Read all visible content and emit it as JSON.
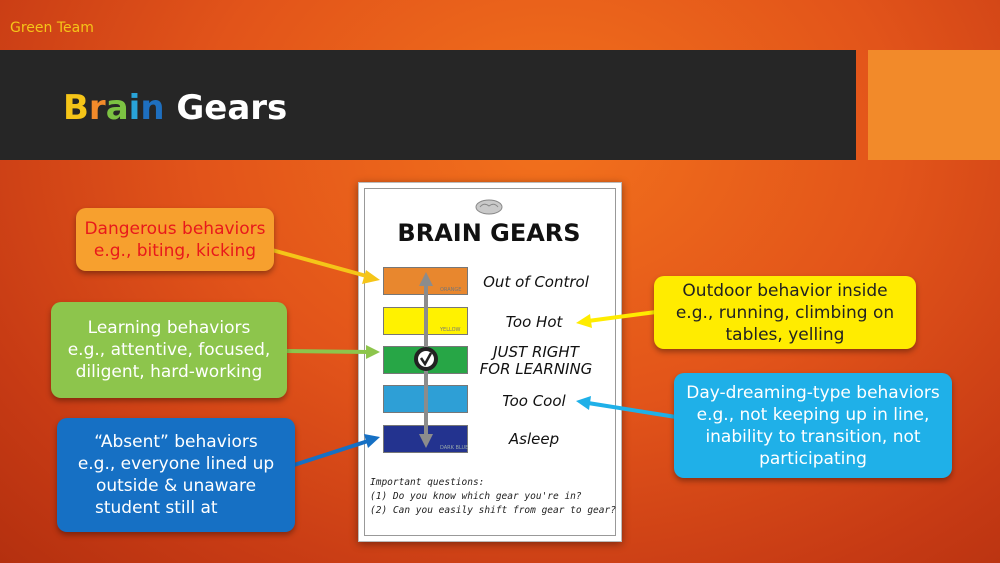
{
  "header": {
    "team": "Green Team",
    "title_parts": [
      "B",
      "r",
      "a",
      "i",
      "n",
      " Gears"
    ]
  },
  "poster": {
    "title": "BRAIN GEARS",
    "gears": [
      {
        "name": "Out of Control",
        "color": "#e8872e",
        "tag": "ORANGE"
      },
      {
        "name": "Too Hot",
        "color": "#fff200",
        "tag": "YELLOW"
      },
      {
        "name_lines": [
          "JUST RIGHT",
          "FOR LEARNING"
        ],
        "color": "#27a646",
        "tag": ""
      },
      {
        "name": "Too Cool",
        "color": "#2e9fd6",
        "tag": ""
      },
      {
        "name": "Asleep",
        "color": "#23338f",
        "tag": "DARK BLUE"
      }
    ],
    "questions": [
      "Important questions:",
      "(1) Do you know which gear you're in?",
      "(2) Can you easily shift from gear to gear?"
    ]
  },
  "callouts": {
    "danger": [
      "Dangerous behaviors",
      "e.g., biting, kicking"
    ],
    "learning": [
      "Learning behaviors",
      "e.g., attentive, focused,",
      "diligent, hard-working"
    ],
    "absent": [
      "“Absent” behaviors",
      "e.g., everyone lined up",
      "outside & unaware",
      "student still at"
    ],
    "outdoor": [
      "Outdoor behavior inside",
      "e.g., running, climbing on",
      "tables, yelling"
    ],
    "daydream": [
      "Day-dreaming-type behaviors",
      "e.g., not keeping up in line,",
      "inability to transition, not",
      "participating"
    ]
  },
  "colors": {
    "accent": "#f28a2a",
    "title_bar": "#262626",
    "orange_bg": "#e2541a"
  }
}
